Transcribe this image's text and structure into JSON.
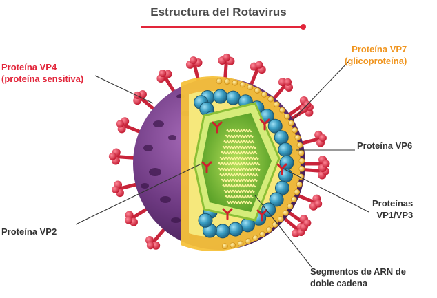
{
  "title": "Estructura del Rotavirus",
  "colors": {
    "accent": "#e2253a",
    "vp4": "#e2253a",
    "vp7": "#f0951f",
    "text": "#333333",
    "envelope": "#5b2d6e",
    "capsomere": "#2f86a8",
    "core": "#6fbf2e"
  },
  "labels": {
    "vp4": {
      "line1": "Proteína VP4",
      "line2": "(proteína sensitiva)"
    },
    "vp7": {
      "line1": "Proteína VP7",
      "line2": "(glicoproteína)"
    },
    "vp6": {
      "line1": "Proteína VP6"
    },
    "vp2": {
      "line1": "Proteína VP2"
    },
    "vp1vp3": {
      "line1": "Proteínas",
      "line2": "VP1/VP3"
    },
    "arn": {
      "line1": "Segmentos de ARN de",
      "line2": "doble cadena"
    }
  }
}
